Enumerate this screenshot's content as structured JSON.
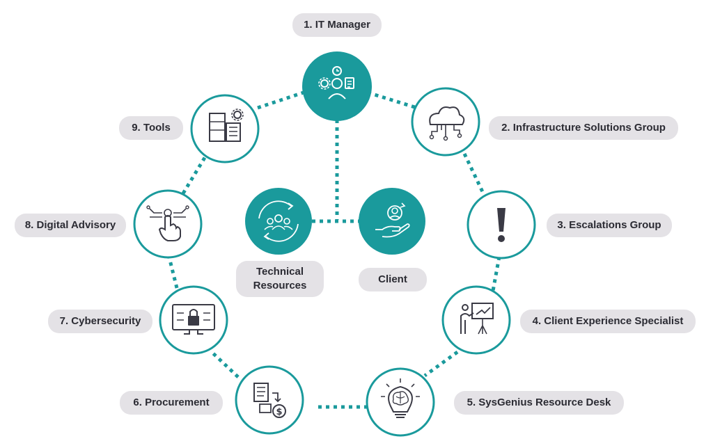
{
  "colors": {
    "teal": "#1a9a9c",
    "pill_bg": "#e4e2e6",
    "text": "#2b2b33",
    "icon_dark": "#3a3a45"
  },
  "nodes": [
    {
      "id": "it-manager",
      "label": "1. IT Manager",
      "icon": "manager-gear-clipboard-icon",
      "filled": true
    },
    {
      "id": "infrastructure",
      "label": "2. Infrastructure Solutions Group",
      "icon": "cloud-network-icon",
      "filled": false
    },
    {
      "id": "escalations",
      "label": "3. Escalations Group",
      "icon": "exclamation-icon",
      "filled": false
    },
    {
      "id": "client-experience",
      "label": "4. Client Experience Specialist",
      "icon": "presenter-chart-icon",
      "filled": false
    },
    {
      "id": "resource-desk",
      "label": "5. SysGenius Resource Desk",
      "icon": "lightbulb-brain-icon",
      "filled": false
    },
    {
      "id": "procurement",
      "label": "6. Procurement",
      "icon": "invoice-dollar-icon",
      "filled": false
    },
    {
      "id": "cybersecurity",
      "label": "7. Cybersecurity",
      "icon": "monitor-lock-icon",
      "filled": false
    },
    {
      "id": "digital-advisory",
      "label": "8. Digital Advisory",
      "icon": "touch-network-icon",
      "filled": false
    },
    {
      "id": "tools",
      "label": "9. Tools",
      "icon": "server-gear-icon",
      "filled": false
    }
  ],
  "center": [
    {
      "id": "technical-resources",
      "label": "Technical Resources",
      "icon": "team-cycle-icon",
      "filled": true
    },
    {
      "id": "client",
      "label": "Client",
      "icon": "hand-person-icon",
      "filled": true
    }
  ]
}
